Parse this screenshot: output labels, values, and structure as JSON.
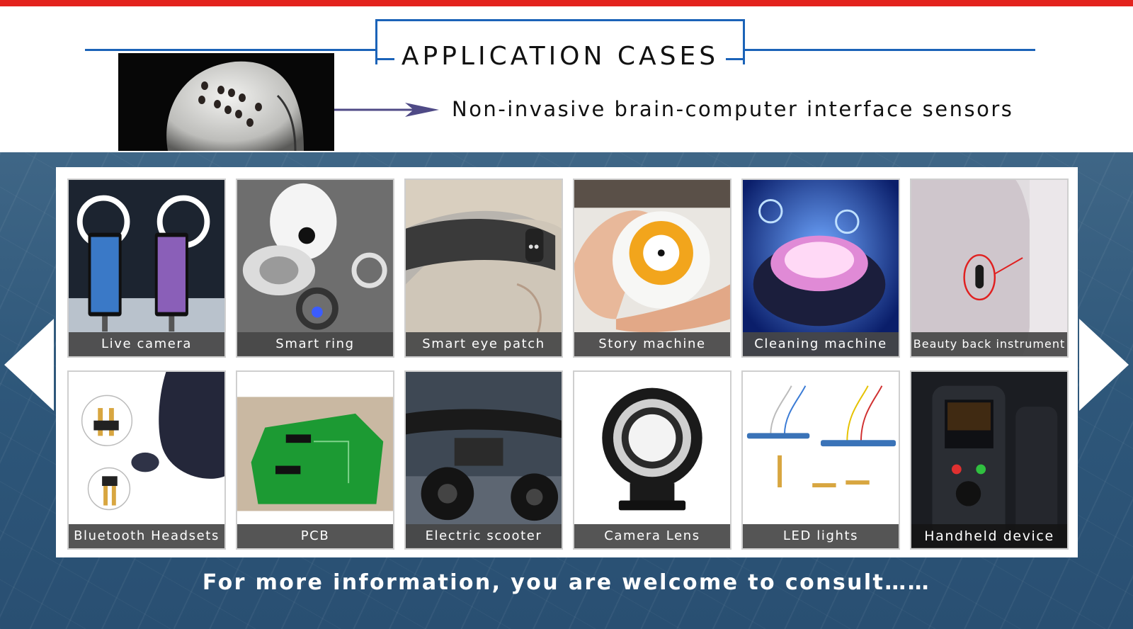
{
  "header": {
    "title": "APPLICATION CASES",
    "subtitle": "Non-invasive brain-computer interface sensors"
  },
  "cases": [
    {
      "label": "Live camera",
      "icon": "live-camera-image"
    },
    {
      "label": "Smart ring",
      "icon": "smart-ring-image"
    },
    {
      "label": "Smart eye patch",
      "icon": "smart-eye-patch-image"
    },
    {
      "label": "Story machine",
      "icon": "story-machine-image"
    },
    {
      "label": "Cleaning machine",
      "icon": "cleaning-machine-image"
    },
    {
      "label": "Beauty back instrument",
      "icon": "beauty-back-instrument-image"
    },
    {
      "label": "Bluetooth Headsets",
      "icon": "bluetooth-headsets-image"
    },
    {
      "label": "PCB",
      "icon": "pcb-image"
    },
    {
      "label": "Electric scooter",
      "icon": "electric-scooter-image"
    },
    {
      "label": "Camera Lens",
      "icon": "camera-lens-image"
    },
    {
      "label": "LED lights",
      "icon": "led-lights-image"
    },
    {
      "label": "Handheld device",
      "icon": "handheld-device-image"
    }
  ],
  "footer": {
    "text": "For more information, you are welcome to consult……"
  },
  "colors": {
    "accent_red": "#e3231d",
    "accent_blue": "#1b63b8",
    "background_blue": "#2e577a"
  }
}
